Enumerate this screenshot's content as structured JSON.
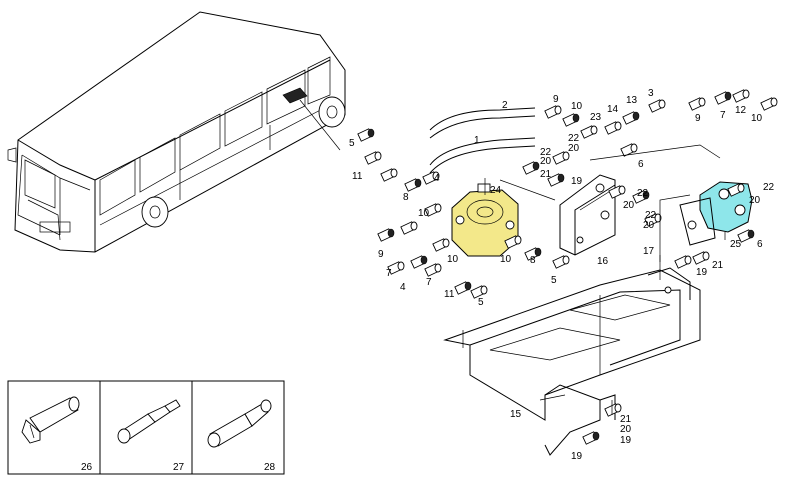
{
  "colors": {
    "highlight_yellow": "#f3e88a",
    "highlight_cyan": "#8ee6ea"
  },
  "callouts": [
    "1",
    "2",
    "3",
    "4",
    "5",
    "6",
    "7",
    "8",
    "9",
    "10",
    "11",
    "12",
    "13",
    "14",
    "15",
    "16",
    "17",
    "19",
    "20",
    "21",
    "22",
    "23",
    "24",
    "25"
  ],
  "inset_labels": [
    "26",
    "27",
    "28"
  ]
}
